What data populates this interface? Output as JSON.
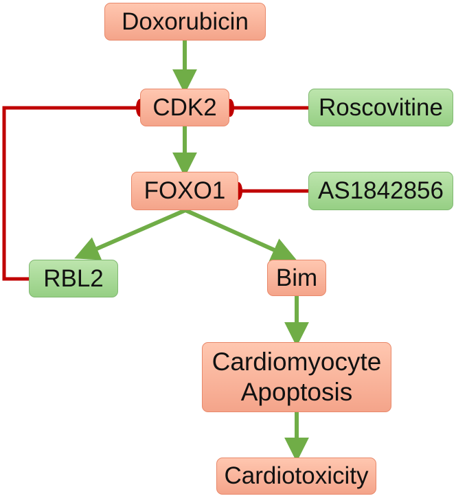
{
  "nodes": {
    "doxorubicin": "Doxorubicin",
    "cdk2": "CDK2",
    "roscovitine": "Roscovitine",
    "foxo1": "FOXO1",
    "as1842856": "AS1842856",
    "rbl2": "RBL2",
    "bim": "Bim",
    "apoptosis": "Cardiomyocyte\nApoptosis",
    "cardiotoxicity": "Cardiotoxicity"
  },
  "colors": {
    "activation": "#70ad47",
    "inhibition": "#c00000",
    "node_orange": "#f4a48a",
    "node_green": "#96cf84"
  }
}
